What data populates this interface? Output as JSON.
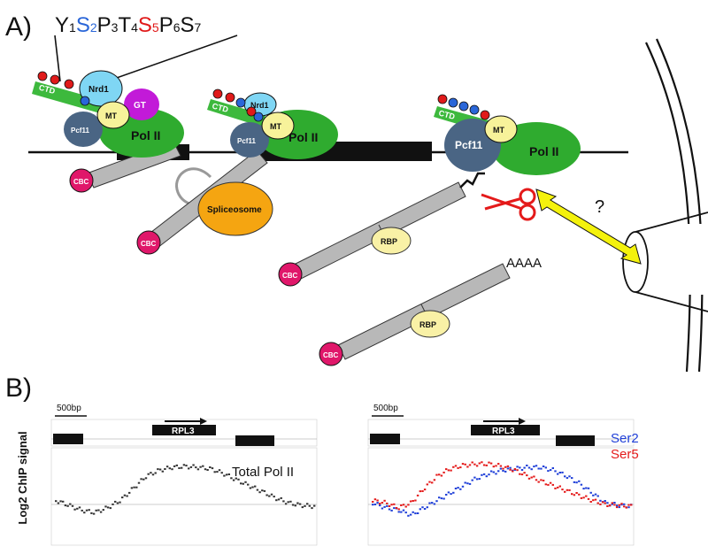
{
  "labels": {
    "panel_a": "A)",
    "panel_b": "B)",
    "question": "?",
    "polya": "AAAA"
  },
  "ctd_sequence": [
    {
      "letter": "Y",
      "sub": "1",
      "color": "#111111"
    },
    {
      "letter": "S",
      "sub": "2",
      "color": "#2a66d8"
    },
    {
      "letter": "P",
      "sub": "3",
      "color": "#111111"
    },
    {
      "letter": "T",
      "sub": "4",
      "color": "#111111"
    },
    {
      "letter": "S",
      "sub": "5",
      "color": "#e01a1a"
    },
    {
      "letter": "P",
      "sub": "6",
      "color": "#111111"
    },
    {
      "letter": "S",
      "sub": "7",
      "color": "#111111"
    }
  ],
  "complexes": {
    "ctd": "CTD",
    "nrd1": "Nrd1",
    "gt": "GT",
    "mt": "MT",
    "pcf11": "Pcf11",
    "pol2": "Pol II",
    "cbc": "CBC",
    "spliceosome": "Spliceosome",
    "rbp": "RBP"
  },
  "colors": {
    "pol2": "#2fab2f",
    "ctd": "#3db93d",
    "nrd1": "#7fd6f4",
    "gt": "#c21ad8",
    "mt": "#f7f29a",
    "pcf11": "#4a6584",
    "cbc": "#e0176a",
    "spliceosome": "#f5a511",
    "rbp": "#f9f1a6",
    "rna": "#b8b8b8",
    "arrow": "#f4f20c",
    "scissors": "#e41a1a",
    "ser2": "#1f3fd8",
    "ser5": "#e41a1a",
    "total": "#333333"
  },
  "chip": {
    "ylabel": "Log2 ChIP signal",
    "scale_bar": "500bp",
    "gene": "RPL3",
    "left_track": "Total Pol II",
    "right_series": [
      "Ser2",
      "Ser5"
    ]
  },
  "chart_data": [
    {
      "type": "scatter",
      "title": "Total Pol II",
      "ylabel": "Log2 ChIP signal",
      "series": [
        {
          "name": "Total Pol II",
          "color": "#333333",
          "x": [
            0,
            0.05,
            0.1,
            0.15,
            0.2,
            0.25,
            0.3,
            0.35,
            0.4,
            0.45,
            0.5,
            0.55,
            0.6,
            0.65,
            0.7,
            0.75,
            0.8,
            0.85,
            0.9,
            0.95,
            1.0
          ],
          "values": [
            0.1,
            0.0,
            -0.1,
            -0.15,
            -0.05,
            0.1,
            0.35,
            0.6,
            0.72,
            0.78,
            0.8,
            0.78,
            0.75,
            0.65,
            0.52,
            0.4,
            0.28,
            0.15,
            0.05,
            0.0,
            -0.02
          ]
        }
      ]
    },
    {
      "type": "scatter",
      "ylabel": "Log2 ChIP signal",
      "series": [
        {
          "name": "Ser2",
          "color": "#1f3fd8",
          "x": [
            0,
            0.05,
            0.1,
            0.15,
            0.2,
            0.25,
            0.3,
            0.35,
            0.4,
            0.45,
            0.5,
            0.55,
            0.6,
            0.65,
            0.7,
            0.75,
            0.8,
            0.85,
            0.9,
            0.95,
            1.0
          ],
          "values": [
            0.05,
            -0.05,
            -0.1,
            -0.2,
            -0.05,
            0.1,
            0.25,
            0.4,
            0.55,
            0.65,
            0.72,
            0.75,
            0.78,
            0.78,
            0.72,
            0.6,
            0.45,
            0.25,
            0.05,
            0.0,
            -0.02
          ]
        },
        {
          "name": "Ser5",
          "color": "#e41a1a",
          "x": [
            0,
            0.05,
            0.1,
            0.15,
            0.2,
            0.25,
            0.3,
            0.35,
            0.4,
            0.45,
            0.5,
            0.55,
            0.6,
            0.65,
            0.7,
            0.75,
            0.8,
            0.85,
            0.9,
            0.95,
            1.0
          ],
          "values": [
            0.1,
            0.05,
            -0.05,
            0.05,
            0.35,
            0.6,
            0.75,
            0.82,
            0.85,
            0.85,
            0.8,
            0.72,
            0.6,
            0.5,
            0.4,
            0.3,
            0.2,
            0.1,
            0.02,
            0.0,
            -0.02
          ]
        }
      ]
    }
  ]
}
